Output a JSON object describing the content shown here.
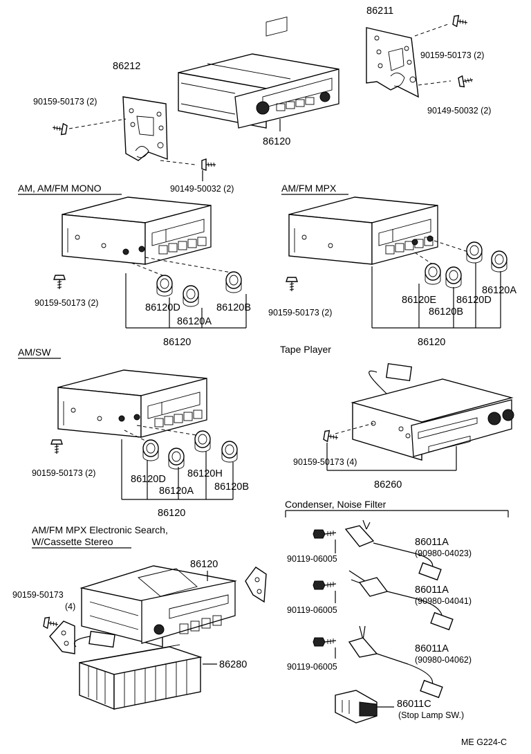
{
  "headers": {
    "mono": "AM, AM/FM MONO",
    "mpx": "AM/FM MPX",
    "amsw": "AM/SW",
    "tape": "Tape Player",
    "condenser": "Condenser, Noise Filter",
    "search_1": "AM/FM MPX Electronic Search,",
    "search_2": "W/Cassette Stereo"
  },
  "parts": {
    "top": {
      "bracket_right": "86211",
      "bracket_left": "86212",
      "radio": "86120",
      "screw_tr": "90159-50173 (2)",
      "screw_r": "90149-50032 (2)",
      "screw_tl": "90159-50173 (2)",
      "screw_bl": "90149-50032 (2)"
    },
    "mono": {
      "screw": "90159-50173 (2)",
      "knob_d": "86120D",
      "knob_a": "86120A",
      "knob_b": "86120B",
      "radio": "86120"
    },
    "mpx": {
      "screw": "90159-50173 (2)",
      "knob_e": "86120E",
      "knob_b": "86120B",
      "knob_d": "86120D",
      "knob_a": "86120A",
      "radio": "86120"
    },
    "amsw": {
      "screw": "90159-50173 (2)",
      "knob_d": "86120D",
      "knob_a": "86120A",
      "knob_h": "86120H",
      "knob_b": "86120B",
      "radio": "86120"
    },
    "tape": {
      "screw": "90159-50173 (4)",
      "player": "86260"
    },
    "search": {
      "radio": "86120",
      "screw_1": "90159-50173",
      "screw_2": "(4)",
      "amp": "86280"
    },
    "condenser": {
      "bolt_1": "90119-06005",
      "filter_1": "86011A",
      "filter_1_sub": "(90980-04023)",
      "bolt_2": "90119-06005",
      "filter_2": "86011A",
      "filter_2_sub": "(90980-04041)",
      "bolt_3": "90119-06005",
      "filter_3": "86011A",
      "filter_3_sub": "(90980-04062)",
      "filter_4": "86011C",
      "filter_4_sub": "(Stop Lamp SW.)"
    }
  },
  "footer_code": "ME G224-C"
}
